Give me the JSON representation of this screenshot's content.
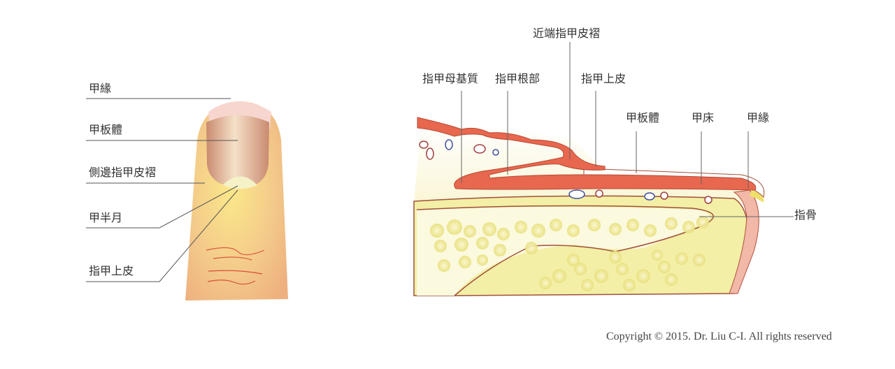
{
  "left_figure": {
    "labels": [
      "甲緣",
      "甲板體",
      "側邊指甲皮褶",
      "甲半月",
      "指甲上皮"
    ]
  },
  "right_figure": {
    "labels": {
      "proximal_nail_fold": "近端指甲皮褶",
      "nail_matrix": "指甲母基質",
      "nail_root": "指甲根部",
      "cuticle": "指甲上皮",
      "nail_plate": "甲板體",
      "nail_bed": "甲床",
      "free_edge": "甲緣",
      "bone": "指骨"
    }
  },
  "copyright": "Copyright © 2015. Dr. Liu C-I. All rights reserved",
  "colors": {
    "skin": "#f2c98a",
    "nail": "#d9a58a",
    "tissue": "#e8674f",
    "bone": "#f1ee9a"
  }
}
